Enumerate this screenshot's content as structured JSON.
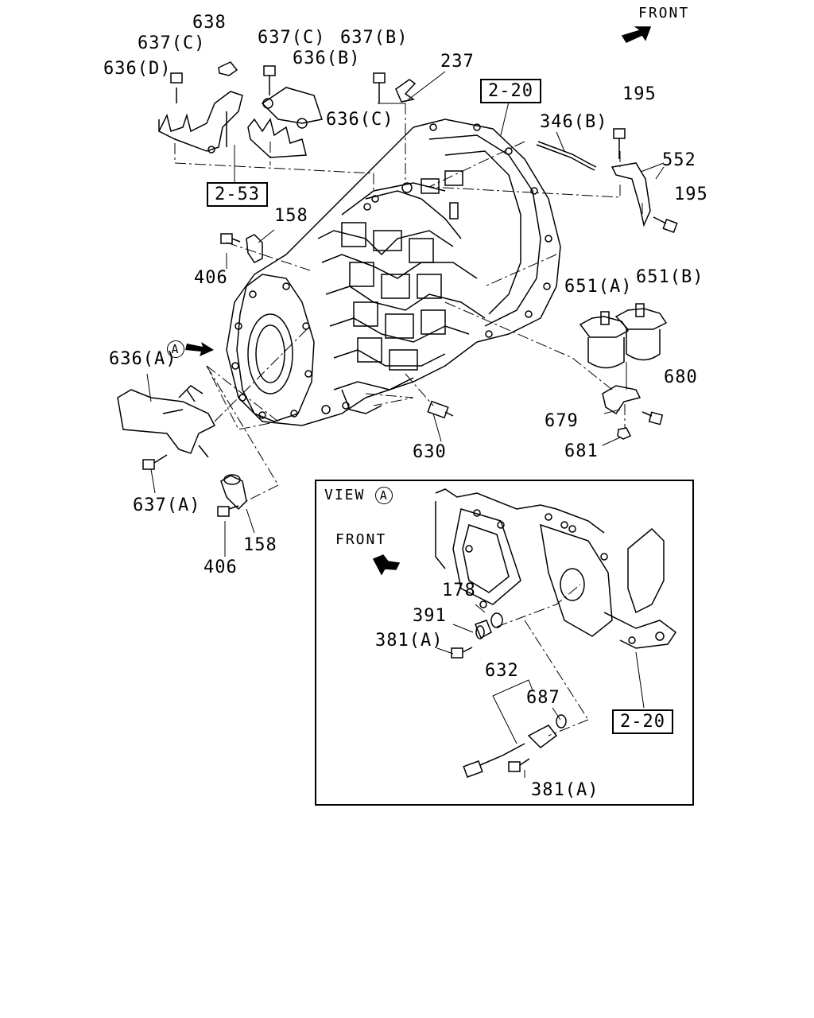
{
  "front_label": "FRONT",
  "view_title": "VIEW",
  "view_marker": "A",
  "ref_boxes": [
    "2-20",
    "2-53",
    "2-20"
  ],
  "parts": {
    "p638": "638",
    "p637c_1": "637(C)",
    "p637c_2": "637(C)",
    "p637b": "637(B)",
    "p237": "237",
    "p636d": "636(D)",
    "p636b": "636(B)",
    "p636c": "636(C)",
    "p195_1": "195",
    "p195_2": "195",
    "p346b": "346(B)",
    "p552": "552",
    "p158_1": "158",
    "p158_2": "158",
    "p406_1": "406",
    "p406_2": "406",
    "p651a": "651(A)",
    "p651b": "651(B)",
    "p636a": "636(A)",
    "p680": "680",
    "p679": "679",
    "p681": "681",
    "p630": "630",
    "p637a": "637(A)",
    "p178": "178",
    "p391": "391",
    "p381a_1": "381(A)",
    "p381a_2": "381(A)",
    "p632": "632",
    "p687": "687"
  }
}
